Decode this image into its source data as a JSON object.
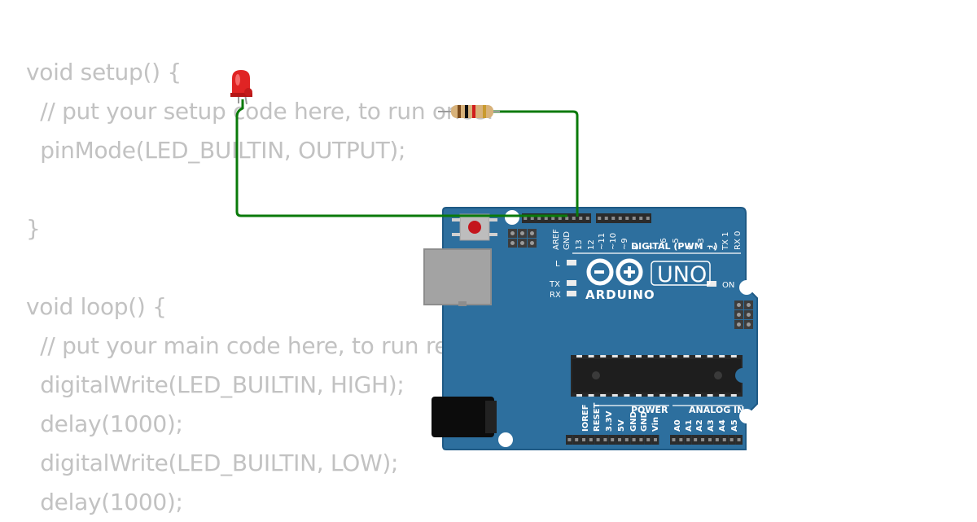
{
  "code": {
    "lines": [
      "void setup() {",
      "  // put your setup code here, to run once:",
      "  pinMode(LED_BUILTIN, OUTPUT);",
      "",
      "}",
      "",
      "void loop() {",
      "  // put your main code here, to run repeatedly:",
      "  digitalWrite(LED_BUILTIN, HIGH);",
      "  delay(1000);",
      "  digitalWrite(LED_BUILTIN, LOW);",
      "  delay(1000);"
    ]
  },
  "board": {
    "brand": "ARDUINO",
    "model": "UNO",
    "digital_header_label": "DIGITAL (PWM ~)",
    "power_label": "POWER",
    "analog_label": "ANALOG IN",
    "led_l": "L",
    "led_tx": "TX",
    "led_rx": "RX",
    "led_on": "ON",
    "digital_pins": [
      "AREF",
      "GND",
      "13",
      "12",
      "~11",
      "~10",
      "~9",
      "8",
      "7",
      "~6",
      "~5",
      "4",
      "~3",
      "2",
      "TX 1",
      "RX 0"
    ],
    "power_pins": [
      "IOREF",
      "RESET",
      "3.3V",
      "5V",
      "GND",
      "GND",
      "Vin"
    ],
    "analog_pins": [
      "A0",
      "A1",
      "A2",
      "A3",
      "A4",
      "A5"
    ]
  },
  "colors": {
    "board": "#2d6f9e",
    "board_edge": "#1f5a85",
    "wire": "#0a7a0a",
    "led": "#e02424",
    "code_text": "#c2c2c2"
  }
}
